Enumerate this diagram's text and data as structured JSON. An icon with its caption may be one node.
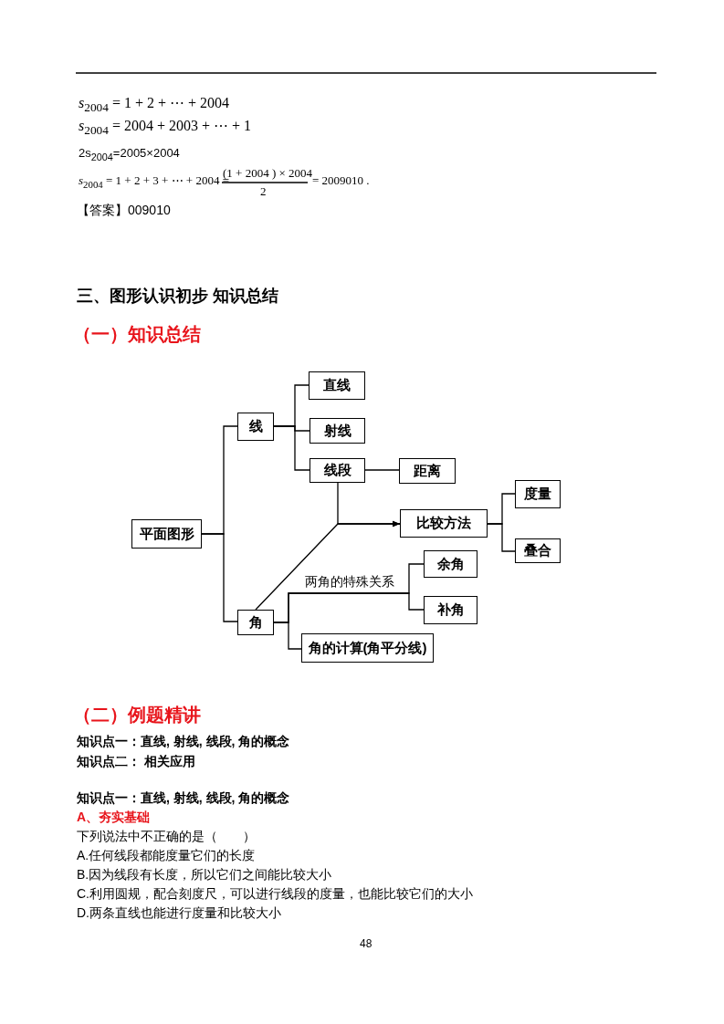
{
  "diagram": {
    "nodes": [
      {
        "text": [
          "平面图形"
        ]
      },
      {
        "text": [
          "线"
        ]
      },
      {
        "text": [
          "直线"
        ]
      },
      {
        "text": [
          "射线"
        ]
      },
      {
        "text": [
          "线段"
        ]
      },
      {
        "text": [
          "距离"
        ]
      },
      {
        "text": [
          "比较方法"
        ]
      },
      {
        "text": [
          "度量"
        ]
      },
      {
        "text": [
          "叠合"
        ]
      },
      {
        "text": [
          "角"
        ]
      },
      {
        "text": [
          "余角"
        ]
      },
      {
        "text": [
          "补角"
        ]
      },
      {
        "text": [
          "角的计算(角平分线)"
        ]
      }
    ],
    "edges": [
      {
        "from": 0,
        "to": 1,
        "arrow": "none"
      },
      {
        "from": 0,
        "to": 9,
        "arrow": "none"
      },
      {
        "from": 1,
        "to": 2,
        "arrow": "none"
      },
      {
        "from": 1,
        "to": 3,
        "arrow": "none"
      },
      {
        "from": 1,
        "to": 4,
        "arrow": "none"
      },
      {
        "from": 4,
        "to": 5,
        "arrow": "none"
      },
      {
        "from": 4,
        "to": 6,
        "arrow": "to"
      },
      {
        "from": 9,
        "to": 6,
        "arrow": "to"
      },
      {
        "from": 6,
        "to": 7,
        "arrow": "none"
      },
      {
        "from": 6,
        "to": 8,
        "arrow": "none"
      },
      {
        "from": 9,
        "to": 10,
        "arrow": "none",
        "label": "两角的特殊关系"
      },
      {
        "from": 9,
        "to": 11,
        "arrow": "none"
      },
      {
        "from": 9,
        "to": 12,
        "arrow": "none"
      }
    ],
    "labels": [
      "*s*$_{2004}$ = 1 + 2 + ⋯ + 2004",
      "*s*$_{2004}$ = 2004 + 2003 + ⋯ + 1",
      "2s$_{2004}$=2005×2004",
      "*s*$_{2004}$ = 1 + 2 + 3 + ⋯ + 2004 =",
      "(1 + 2004 ) × 2004",
      "2",
      "= 2009010 .",
      "【答案】009010",
      "三、图形认识初步  知识总结",
      "（一）知识总结",
      "（二）例题精讲",
      "知识点一：直线, 射线, 线段, 角的概念",
      "知识点二：  相关应用",
      "知识点一：直线, 射线, 线段, 角的概念",
      "A、夯实基础",
      "下列说法中不正确的是（　　）",
      "A.任何线段都能度量它们的长度",
      "B.因为线段有长度，所以它们之间能比较大小",
      "C.利用圆规，配合刻度尺，可以进行线段的度量，也能比较它们的大小",
      "D.两条直线也能进行度量和比较大小",
      "48"
    ]
  }
}
